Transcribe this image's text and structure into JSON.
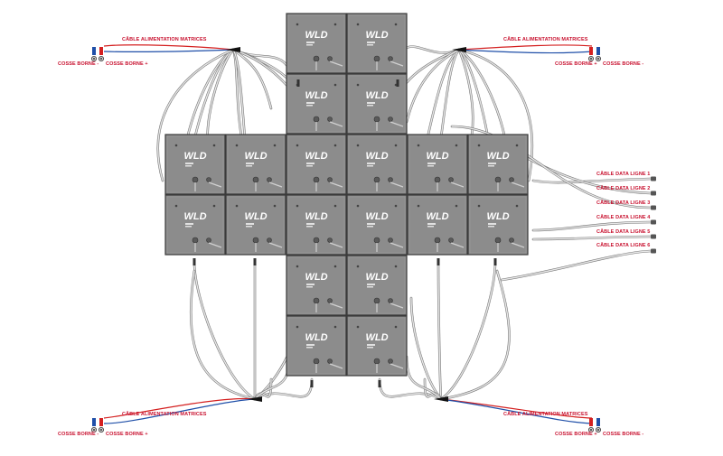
{
  "labels": {
    "power_cable": "CÂBLE ALIMENTATION MATRICES",
    "cosse_minus": "COSSE BORNE -",
    "cosse_plus": "COSSE BORNE +",
    "data_lines": [
      "CÂBLE DATA LIGNE 1",
      "CÂBLE DATA LIGNE 2",
      "CÂBLE DATA LIGNE 3",
      "CÂBLE DATA LIGNE 4",
      "CÂBLE DATA LIGNE 5",
      "CÂBLE DATA LIGNE 6"
    ]
  },
  "panel_logo": "WLD",
  "colors": {
    "panel": "#8c8c8c",
    "panel_border": "#3a3a3a",
    "cable": "#b3b3b3",
    "label_red": "#c8102e",
    "wire_red": "#d42020",
    "wire_blue": "#1f4fa8"
  }
}
